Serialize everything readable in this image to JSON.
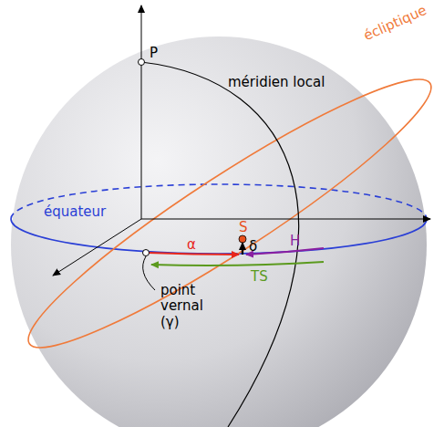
{
  "diagram": {
    "labels": [
      "P",
      "méridien local",
      "écliptique",
      "équateur",
      "S",
      "δ",
      "α",
      "H",
      "TS",
      "point vernal (γ)"
    ]
  }
}
